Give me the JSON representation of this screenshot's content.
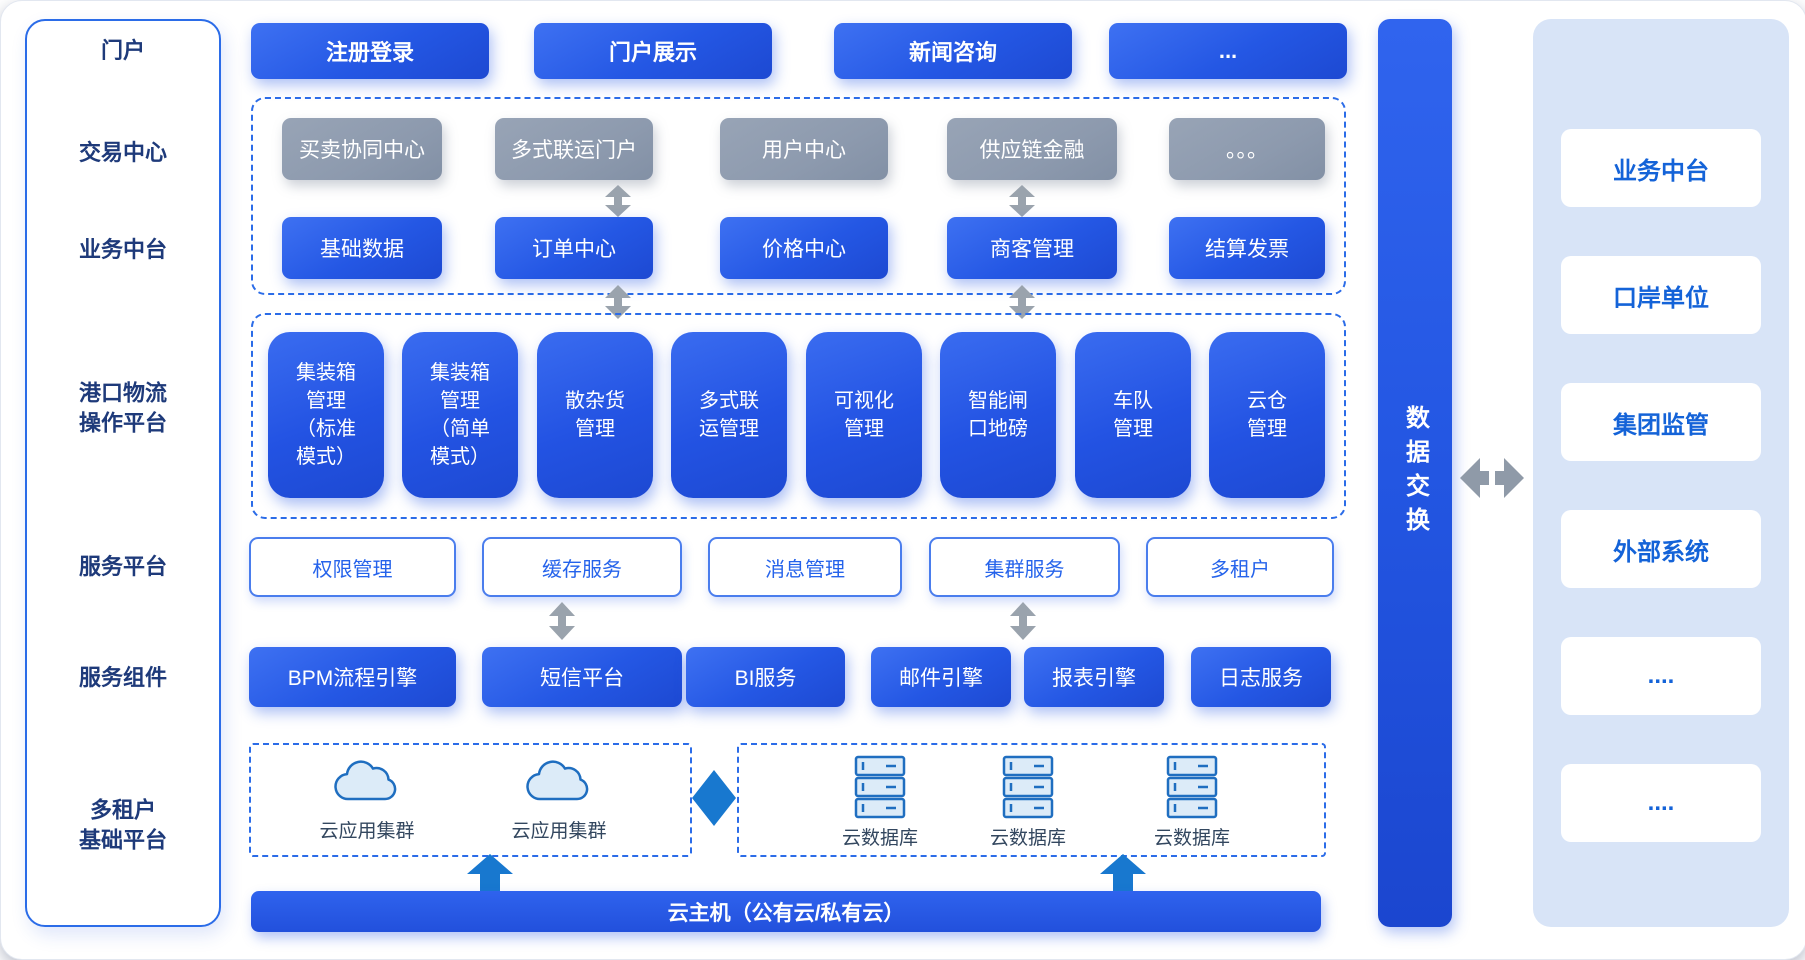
{
  "sidebar": {
    "items": [
      {
        "label": "门户"
      },
      {
        "label": "交易中心"
      },
      {
        "label": "业务中台"
      },
      {
        "label": "港口物流\n操作平台"
      },
      {
        "label": "服务平台"
      },
      {
        "label": "服务组件"
      },
      {
        "label": "多租户\n基础平台"
      }
    ]
  },
  "portal": {
    "buttons": [
      {
        "label": "注册登录"
      },
      {
        "label": "门户展示"
      },
      {
        "label": "新闻咨询"
      },
      {
        "label": "..."
      }
    ]
  },
  "trade": {
    "gray_row": [
      {
        "label": "买卖协同中心"
      },
      {
        "label": "多式联运门户"
      },
      {
        "label": "用户中心"
      },
      {
        "label": "供应链金融"
      },
      {
        "label": "。。。"
      }
    ],
    "blue_row": [
      {
        "label": "基础数据"
      },
      {
        "label": "订单中心"
      },
      {
        "label": "价格中心"
      },
      {
        "label": "商客管理"
      },
      {
        "label": "结算发票"
      }
    ]
  },
  "port_ops": {
    "boxes": [
      {
        "label": "集装箱\n管理\n（标准\n模式）"
      },
      {
        "label": "集装箱\n管理\n（简单\n模式）"
      },
      {
        "label": "散杂货\n管理"
      },
      {
        "label": "多式联\n运管理"
      },
      {
        "label": "可视化\n管理"
      },
      {
        "label": "智能闸\n口地磅"
      },
      {
        "label": "车队\n管理"
      },
      {
        "label": "云仓\n管理"
      }
    ]
  },
  "service_platform": {
    "boxes": [
      {
        "label": "权限管理"
      },
      {
        "label": "缓存服务"
      },
      {
        "label": "消息管理"
      },
      {
        "label": "集群服务"
      },
      {
        "label": "多租户"
      }
    ]
  },
  "service_components": {
    "boxes": [
      {
        "label": "BPM流程引擎"
      },
      {
        "label": "短信平台"
      },
      {
        "label": "BI服务"
      },
      {
        "label": "邮件引擎"
      },
      {
        "label": "报表引擎"
      },
      {
        "label": "日志服务"
      }
    ]
  },
  "tenant_base": {
    "cloud_group": {
      "items": [
        {
          "label": "云应用集群"
        },
        {
          "label": "云应用集群"
        }
      ]
    },
    "db_group": {
      "items": [
        {
          "label": "云数据库"
        },
        {
          "label": "云数据库"
        },
        {
          "label": "云数据库"
        }
      ]
    }
  },
  "cloud_host": {
    "label": "云主机（公有云/私有云）"
  },
  "data_exchange": {
    "label": "数据交换"
  },
  "right_panel": {
    "cards": [
      {
        "label": "业务中台"
      },
      {
        "label": "口岸单位"
      },
      {
        "label": "集团监管"
      },
      {
        "label": "外部系统"
      },
      {
        "label": "...."
      },
      {
        "label": "...."
      }
    ]
  },
  "colors": {
    "primary_blue": "#2457e4",
    "sidebar_text": "#1e3a7a",
    "gray_box": "#8d9aae",
    "dashed_border": "#2b6ce8",
    "right_panel_bg": "#d8e4f7",
    "card_text_blue": "#1463d8",
    "icon_stroke_blue": "#1f6ec0",
    "icon_fill_blue": "#dcebf8",
    "diamond_blue": "#1878cf",
    "arrow_gray": "#9aa3ad"
  }
}
